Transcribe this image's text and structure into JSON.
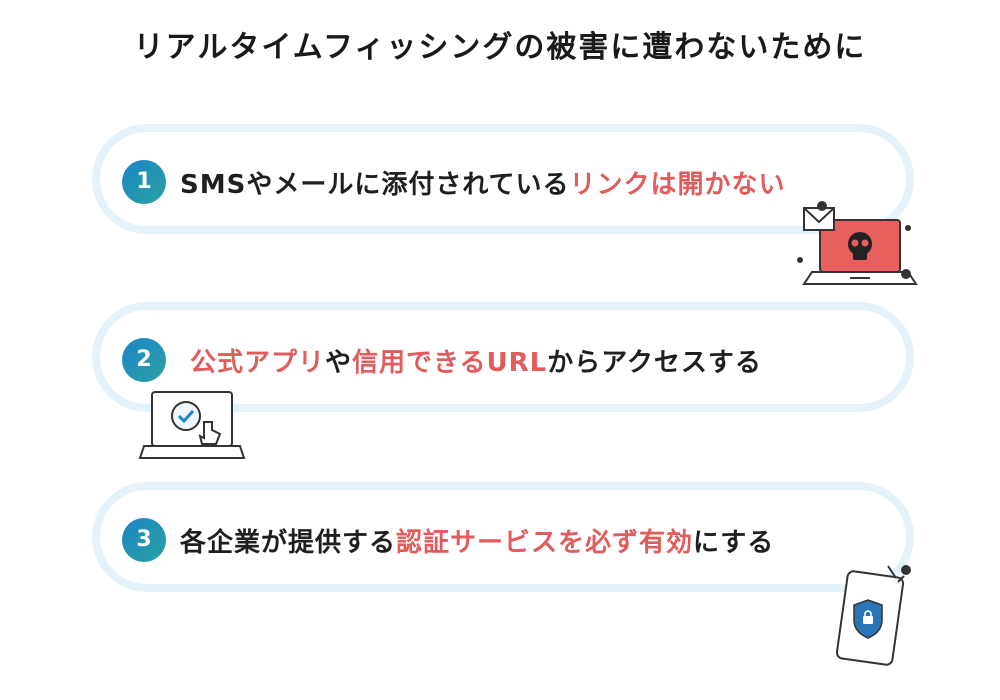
{
  "title": "リアルタイムフィッシングの被害に遭わないために",
  "items": [
    {
      "number": "1",
      "segments": [
        {
          "text": "SMSやメールに添付されている",
          "highlight": false
        },
        {
          "text": "リンクは開かない",
          "highlight": true
        }
      ]
    },
    {
      "number": "2",
      "segments": [
        {
          "text": "公式アプリ",
          "highlight": true
        },
        {
          "text": "や",
          "highlight": false
        },
        {
          "text": "信用できるURL",
          "highlight": true
        },
        {
          "text": "からアクセスする",
          "highlight": false
        }
      ]
    },
    {
      "number": "3",
      "segments": [
        {
          "text": "各企業が提供する",
          "highlight": false
        },
        {
          "text": "認証サービスを必ず有効",
          "highlight": true
        },
        {
          "text": "にする",
          "highlight": false
        }
      ]
    }
  ],
  "colors": {
    "accent": "#e15c5c",
    "badge_start": "#1c84c6",
    "badge_end": "#2aa3a1",
    "pill_border": "#e6f2f9"
  },
  "icons": [
    "skull-laptop-icon",
    "mail-icon",
    "virus-icon",
    "laptop-check-icon",
    "cursor-hand-icon",
    "smartphone-shield-icon",
    "lock-icon"
  ]
}
